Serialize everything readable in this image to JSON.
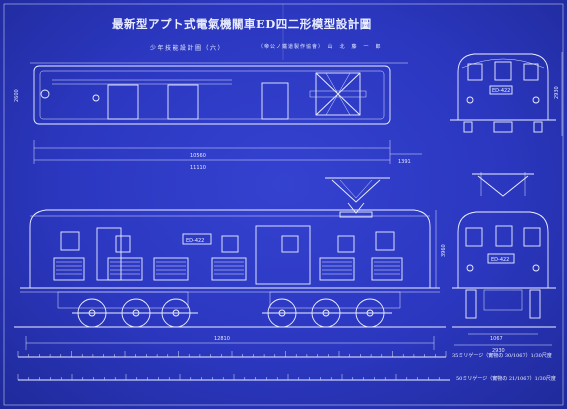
{
  "title": "最新型アプト式電氣機關車ED四二形模型設計圖",
  "subtitle": "少年技能設計圖（六）",
  "author_line": "（帝公ノ鐵道製作協會）　山　北　藤　一　郎",
  "number_plate": "ED-422",
  "dimensions": {
    "top_overall": "10560",
    "top_body": "11110",
    "top_right": "1391",
    "side_left_height": "2600",
    "right_height": "2930",
    "side_overall": "12810",
    "front_width": "2930",
    "lower_width": "1067",
    "side_height": "3960"
  },
  "scale_notes": {
    "scale1": "35ミリゲージ（實物の 30/1067）1/30尺度",
    "scale2": "50ミリゲージ（實物の 21/1067）1/30尺度"
  },
  "colors": {
    "paper": "#2b37bf",
    "ink": "#eef1ff"
  }
}
